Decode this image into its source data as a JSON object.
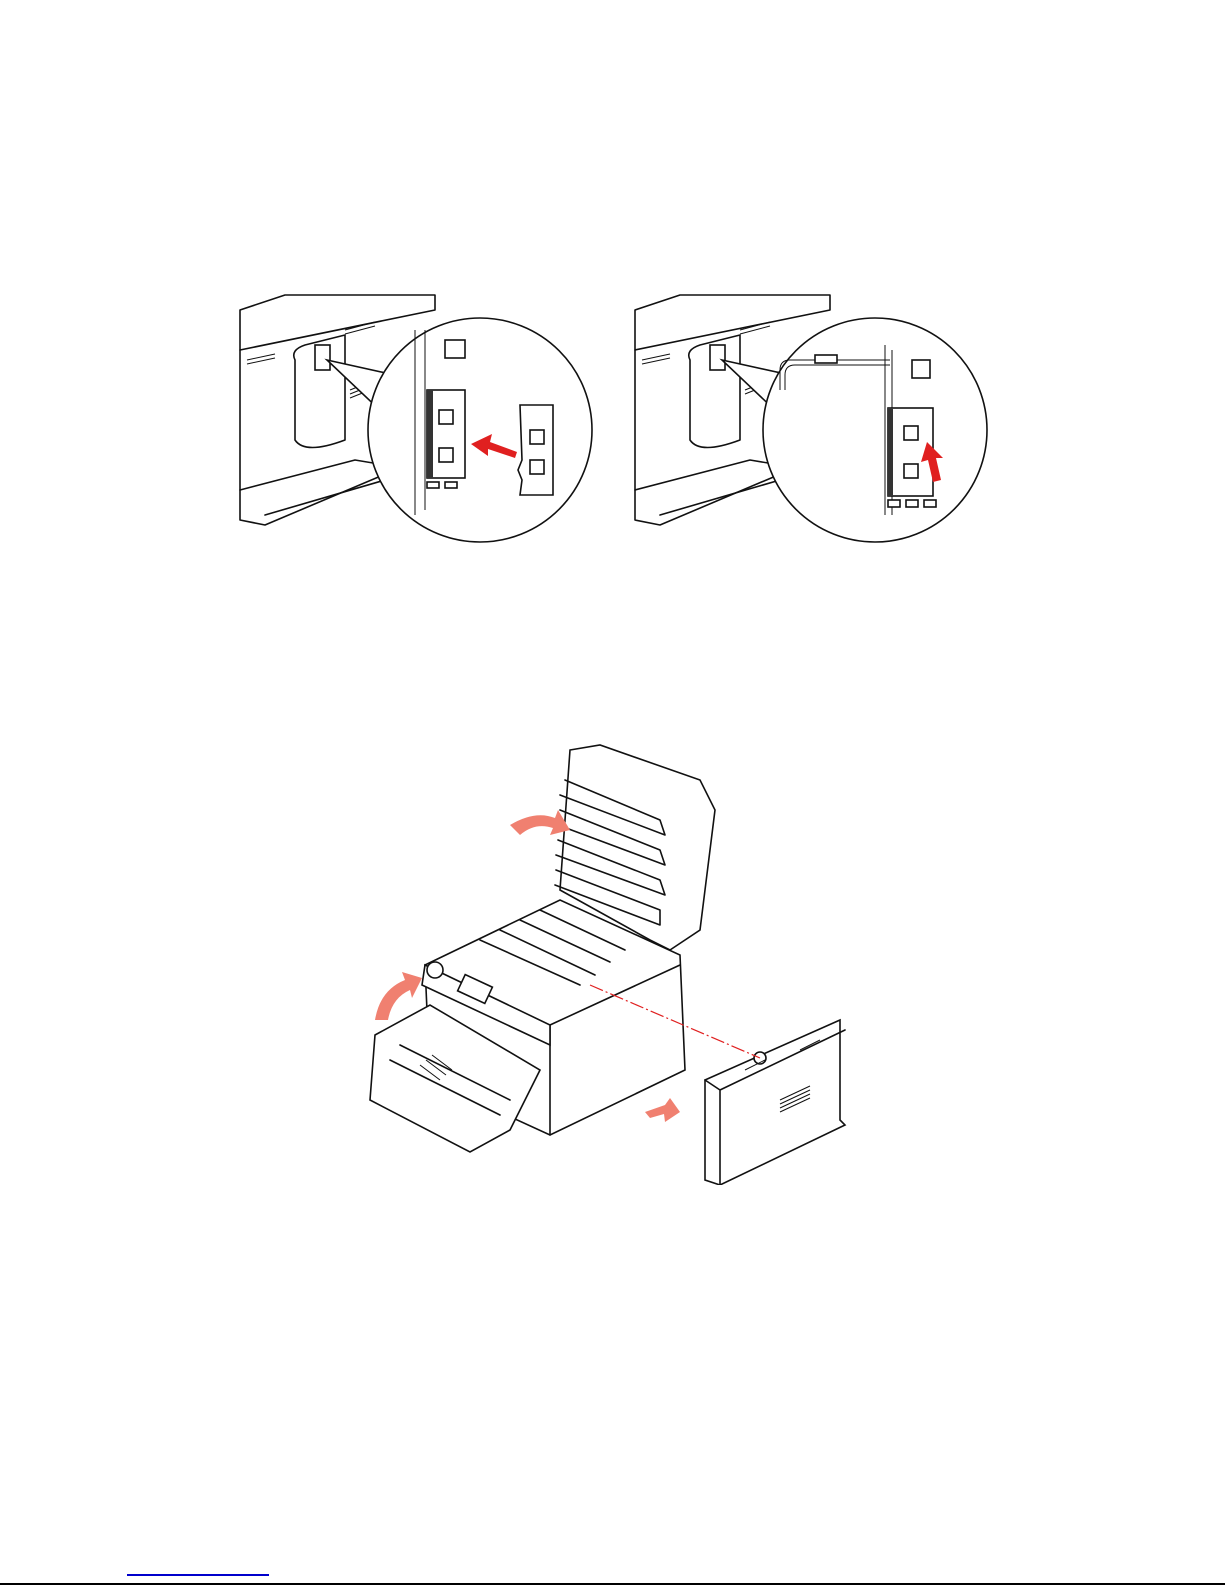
{
  "figures": [
    {
      "id": "memory-insert"
    },
    {
      "id": "memory-lock"
    },
    {
      "id": "printer-open-side-cover"
    }
  ],
  "colors": {
    "arrow_red": "#e02020",
    "arrow_soft": "#f08070",
    "guide_line": "#e02020",
    "link_blue": "#0000cc",
    "rule": "#000000"
  }
}
